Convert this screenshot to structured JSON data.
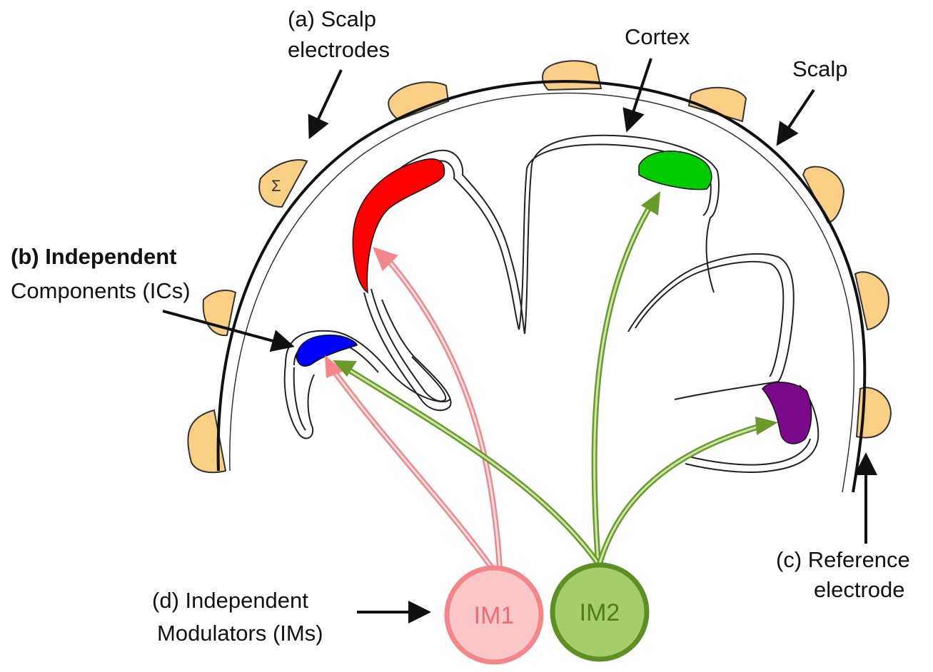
{
  "labels": {
    "scalp_electrodes_line1": "(a)  Scalp",
    "scalp_electrodes_line2": "electrodes",
    "cortex": "Cortex",
    "scalp": "Scalp",
    "ics_line1": "(b)  Independent",
    "ics_line2": "Components (ICs)",
    "reference_line1": "(c)  Reference",
    "reference_line2": "electrode",
    "ims_line1": "(d)  Independent",
    "ims_line2": "Modulators (IMs)",
    "sigma": "Σ"
  },
  "modulators": [
    {
      "id": "IM1",
      "label": "IM1",
      "color": "#f4868a",
      "fill": "#fbc7c8"
    },
    {
      "id": "IM2",
      "label": "IM2",
      "color": "#6a9a2a",
      "fill": "#a6cc6c"
    }
  ],
  "components": [
    {
      "name": "red-component",
      "color": "#ff0000"
    },
    {
      "name": "green-component",
      "color": "#00cc00"
    },
    {
      "name": "blue-component",
      "color": "#0000ff"
    },
    {
      "name": "purple-component",
      "color": "#7a0a8a"
    }
  ],
  "colors": {
    "electrode": "#f8cf85",
    "electrode_stroke": "#333333",
    "arrow_black": "#111111"
  }
}
